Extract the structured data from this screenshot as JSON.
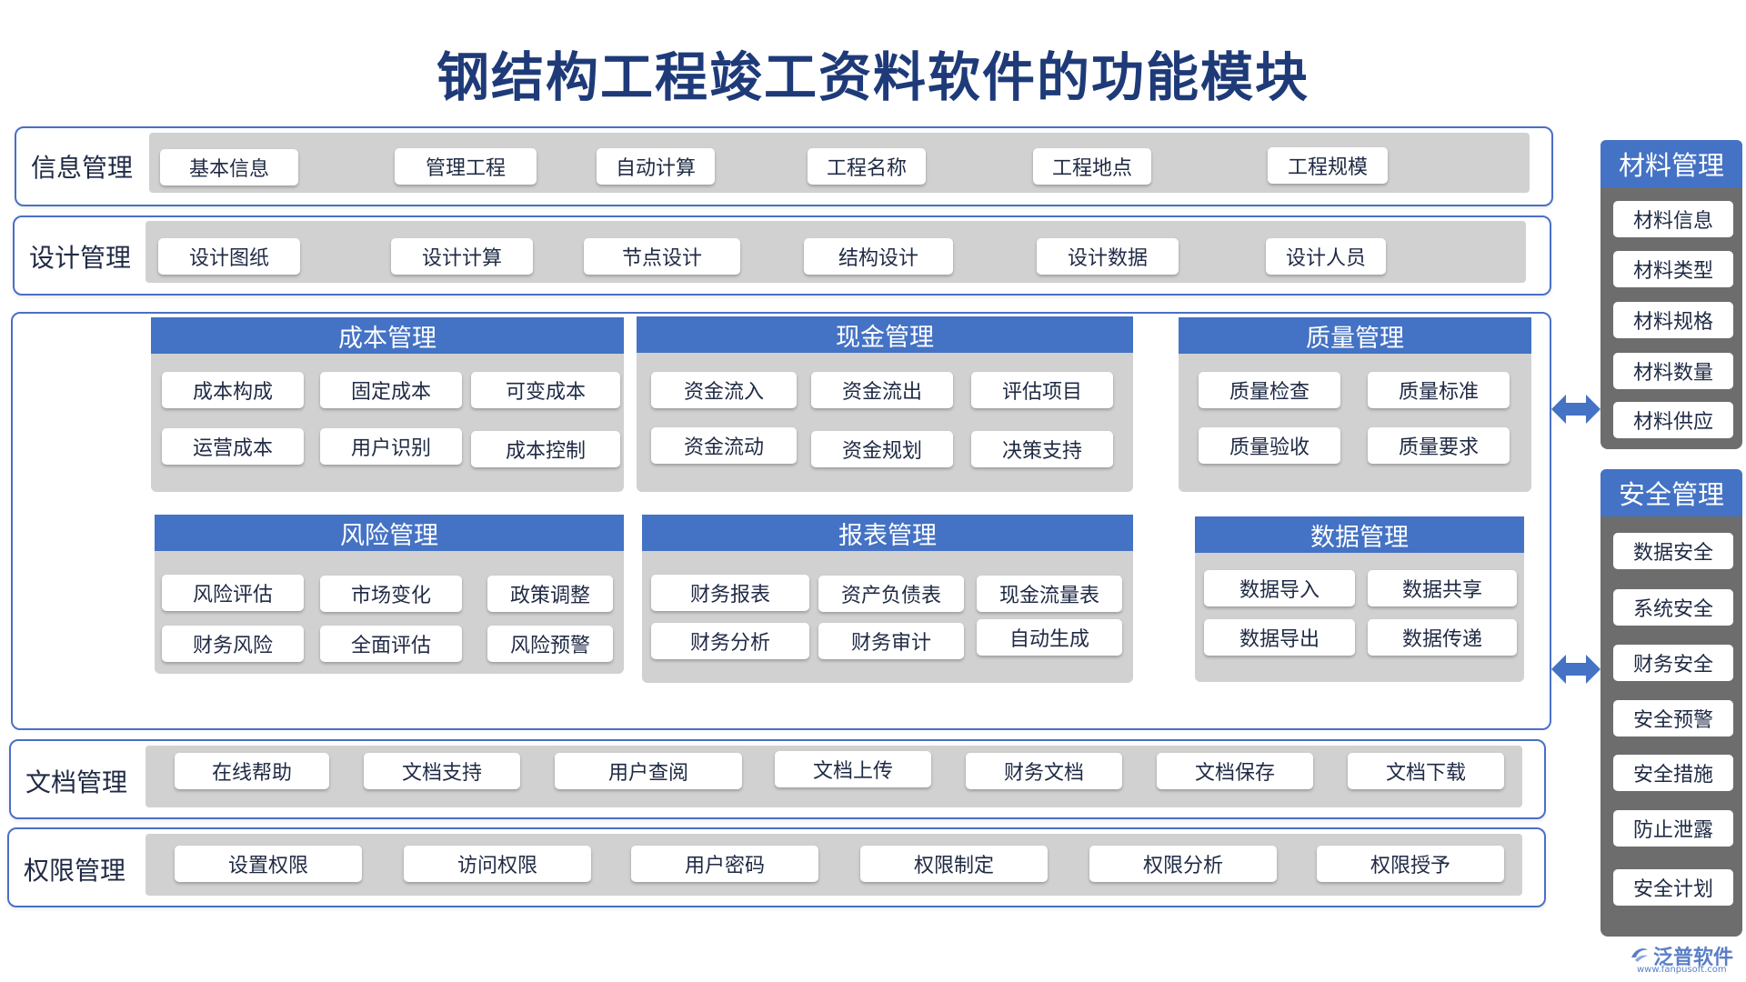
{
  "title": "钢结构工程竣工资料软件的功能模块",
  "rows": {
    "info": {
      "label": "信息管理",
      "items": [
        "基本信息",
        "管理工程",
        "自动计算",
        "工程名称",
        "工程地点",
        "工程规模"
      ]
    },
    "design": {
      "label": "设计管理",
      "items": [
        "设计图纸",
        "设计计算",
        "节点设计",
        "结构设计",
        "设计数据",
        "设计人员"
      ]
    },
    "doc": {
      "label": "文档管理",
      "items": [
        "在线帮助",
        "文档支持",
        "用户查阅",
        "文档上传",
        "财务文档",
        "文档保存",
        "文档下载"
      ]
    },
    "perm": {
      "label": "权限管理",
      "items": [
        "设置权限",
        "访问权限",
        "用户密码",
        "权限制定",
        "权限分析",
        "权限授予"
      ]
    }
  },
  "modules": {
    "cost": {
      "title": "成本管理",
      "items": [
        "成本构成",
        "固定成本",
        "可变成本",
        "运营成本",
        "用户识别",
        "成本控制"
      ]
    },
    "cash": {
      "title": "现金管理",
      "items": [
        "资金流入",
        "资金流出",
        "评估项目",
        "资金流动",
        "资金规划",
        "决策支持"
      ]
    },
    "quality": {
      "title": "质量管理",
      "items": [
        "质量检查",
        "质量标准",
        "质量验收",
        "质量要求"
      ]
    },
    "risk": {
      "title": "风险管理",
      "items": [
        "风险评估",
        "市场变化",
        "政策调整",
        "财务风险",
        "全面评估",
        "风险预警"
      ]
    },
    "report": {
      "title": "报表管理",
      "items": [
        "财务报表",
        "资产负债表",
        "现金流量表",
        "财务分析",
        "财务审计",
        "自动生成"
      ]
    },
    "data": {
      "title": "数据管理",
      "items": [
        "数据导入",
        "数据共享",
        "数据导出",
        "数据传递"
      ]
    }
  },
  "side": {
    "material": {
      "title": "材料管理",
      "items": [
        "材料信息",
        "材料类型",
        "材料规格",
        "材料数量",
        "材料供应"
      ]
    },
    "security": {
      "title": "安全管理",
      "items": [
        "数据安全",
        "系统安全",
        "财务安全",
        "安全预警",
        "安全措施",
        "防止泄露",
        "安全计划"
      ]
    }
  },
  "logo": {
    "name": "泛普软件",
    "url": "www.fanpusoft.com"
  },
  "colors": {
    "accent": "#4472c4",
    "frame": "#4a6fc6",
    "panel_gray": "#d1d1d1",
    "side_gray": "#6d6d6d",
    "title": "#1e3a78"
  }
}
